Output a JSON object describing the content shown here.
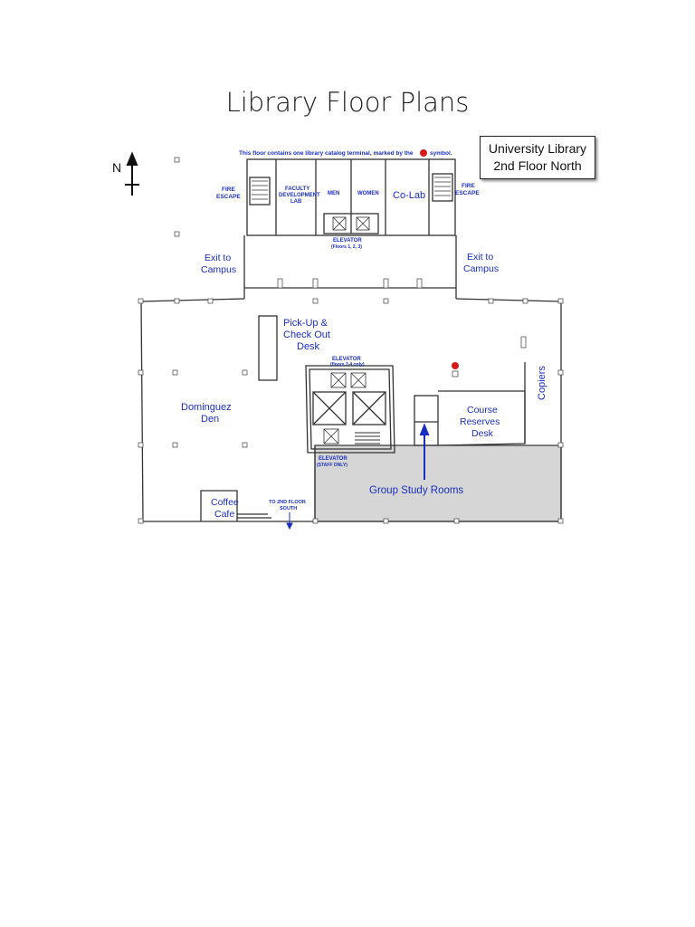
{
  "page": {
    "title": "Library Floor Plans"
  },
  "plan": {
    "north_label": "N",
    "catalog_note": "This floor contains one library catalog terminal, marked by the",
    "catalog_note_end": "symbol.",
    "legend": {
      "line1": "University Library",
      "line2": "2nd Floor North"
    },
    "rooms": {
      "fire_escape_left": [
        "FIRE",
        "ESCAPE"
      ],
      "fire_escape_right": [
        "FIRE",
        "ESCAPE"
      ],
      "faculty_lab": [
        "FACULTY",
        "DEVELOPMENT",
        "LAB"
      ],
      "men": "MEN",
      "women": "WOMEN",
      "co_lab": "Co-Lab",
      "elevator_top": "ELEVATOR",
      "elevator_top_note": "(Floors 1, 2, 3)",
      "exit_left": [
        "Exit to",
        "Campus"
      ],
      "exit_right": [
        "Exit to",
        "Campus"
      ],
      "pickup_desk": [
        "Pick-Up &",
        "Check Out",
        "Desk"
      ],
      "elevator_mid": "ELEVATOR",
      "elevator_mid_note": "(floors 2-4 only)",
      "elevator_staff": "ELEVATOR",
      "elevator_staff_note": "(STAFF ONLY)",
      "dominguez_den": [
        "Dominguez",
        "Den"
      ],
      "copiers": "Copiers",
      "course_reserves": [
        "Course",
        "Reserves",
        "Desk"
      ],
      "group_study": "Group Study Rooms",
      "coffee_cafe": [
        "Coffee",
        "Cafe"
      ],
      "to_south": [
        "TO 2ND FLOOR",
        "SOUTH"
      ]
    },
    "colors": {
      "label": "#1a2fc0",
      "wall": "#333333",
      "study_fill": "#d6d6d6",
      "catalog_marker": "#d41a1a"
    }
  }
}
